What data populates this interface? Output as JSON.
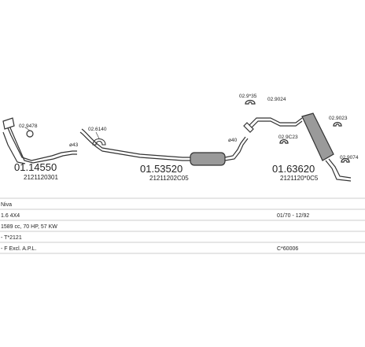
{
  "parts": {
    "front_pipe": {
      "number": "01.14550",
      "code": "2121120301",
      "gasket": "02.9478",
      "dia": "ø43"
    },
    "clamp_mid": {
      "label": "02.6140"
    },
    "middle_silencer": {
      "number": "01.53520",
      "code": "21211202C05",
      "dia": "ø40"
    },
    "rear": {
      "number": "01.63620",
      "code": "2121120*0C5",
      "labels": [
        "02.9*35",
        "02.9024",
        "02.9023",
        "02.9C23",
        "02.9074"
      ]
    }
  },
  "info": {
    "model": "Niva",
    "engine": "1.6 4X4",
    "period": "01/70 - 12/92",
    "specs": "1589 cc, 70 HP, 57 KW",
    "chassis": "- T*2121",
    "emission": "- F Excl. A.P.L.",
    "ref": "C*60006"
  },
  "colors": {
    "line": "#333333",
    "fill": "#9a9a9a",
    "rule": "#bbbbbb"
  }
}
